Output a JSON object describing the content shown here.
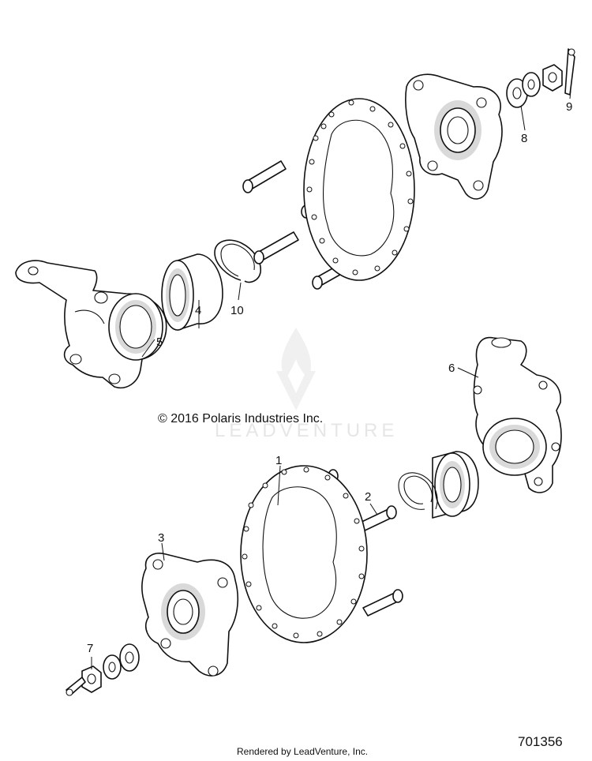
{
  "copyright": "© 2016 Polaris Industries Inc.",
  "watermark": "LEADVENTURE",
  "footer": "Rendered by LeadVenture, Inc.",
  "diagram_id": "701356",
  "callouts": [
    "1",
    "2",
    "3",
    "4",
    "5",
    "6",
    "7",
    "8",
    "9",
    "10"
  ]
}
